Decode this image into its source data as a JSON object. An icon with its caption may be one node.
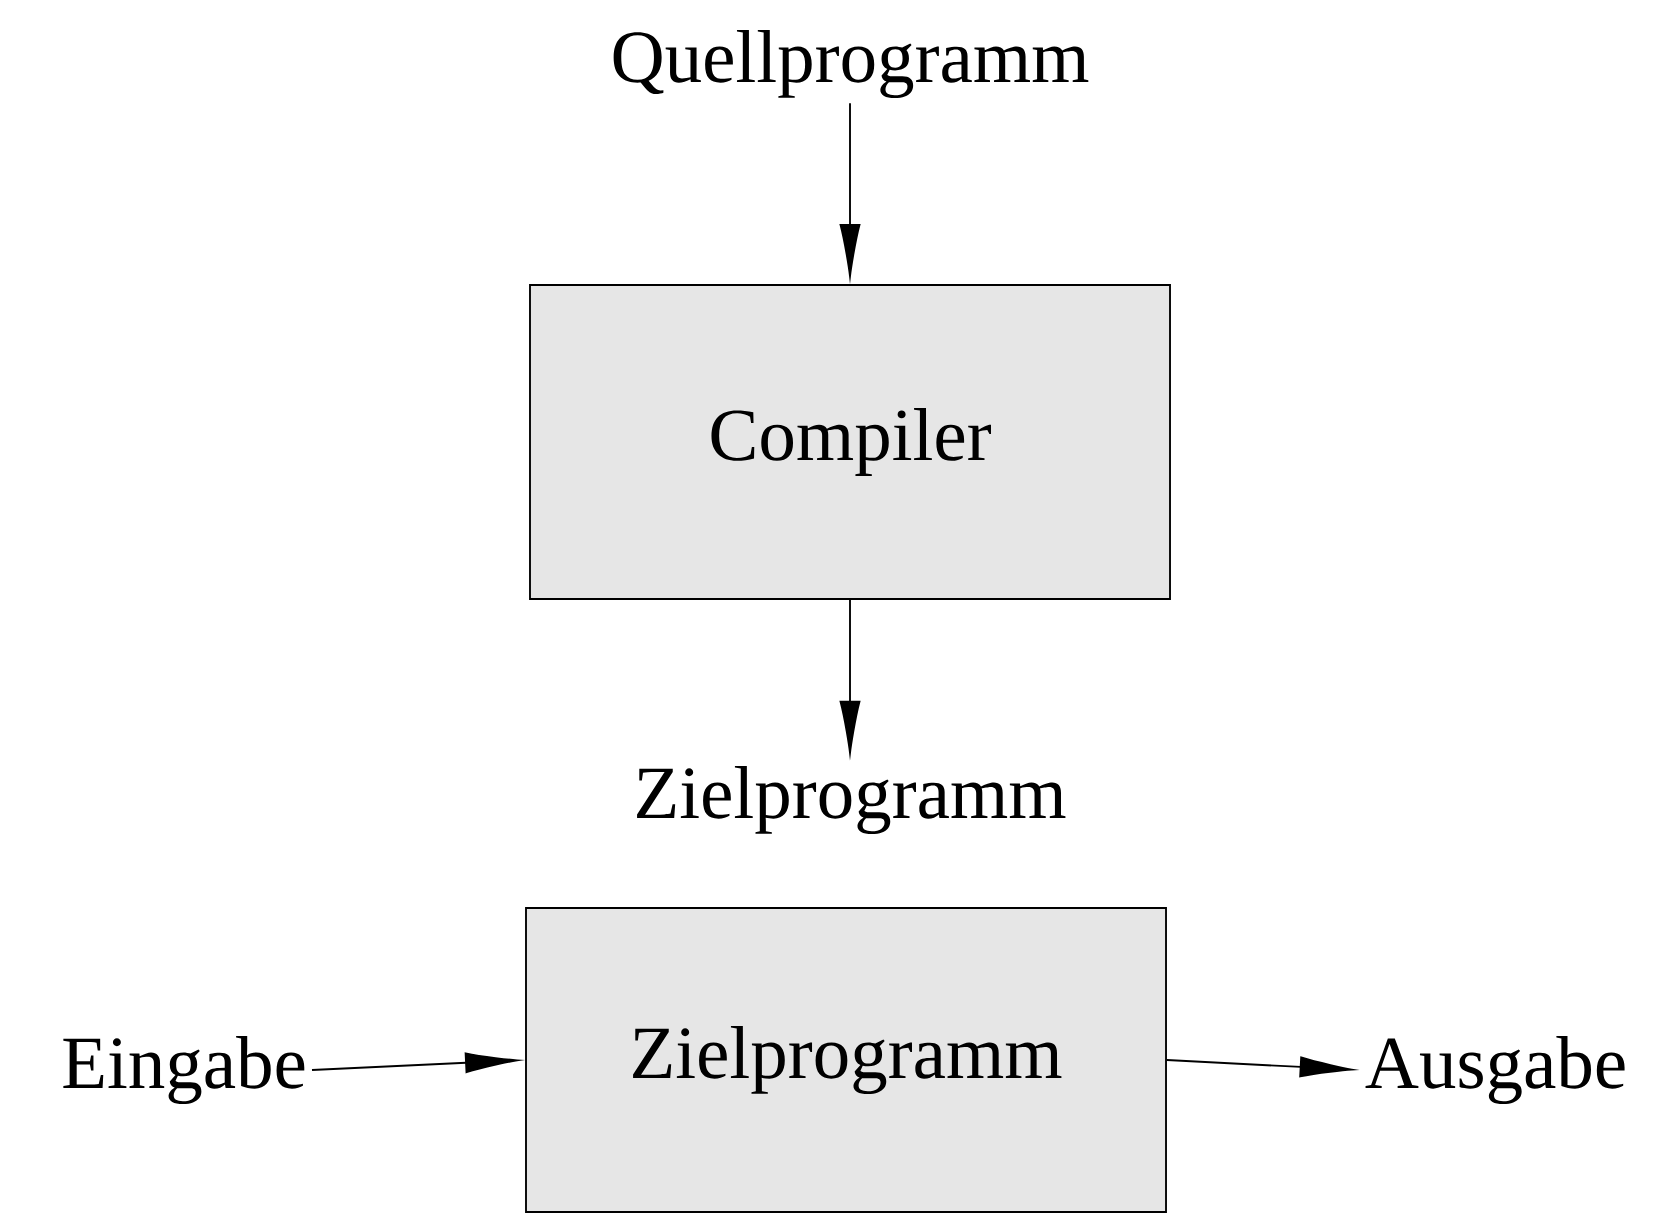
{
  "diagram": {
    "nodes": [
      {
        "text": [
          "Quellprogramm"
        ]
      },
      {
        "text": [
          "Compiler"
        ]
      },
      {
        "text": [
          "Zielprogramm"
        ]
      },
      {
        "text": [
          "Eingabe"
        ]
      },
      {
        "text": [
          "Zielprogramm"
        ]
      },
      {
        "text": [
          "Ausgabe"
        ]
      }
    ],
    "edges": [
      {
        "from": 0,
        "to": 1,
        "arrow": "to"
      },
      {
        "from": 1,
        "to": 2,
        "arrow": "to"
      },
      {
        "from": 3,
        "to": 4,
        "arrow": "to"
      },
      {
        "from": 4,
        "to": 5,
        "arrow": "to"
      }
    ]
  }
}
